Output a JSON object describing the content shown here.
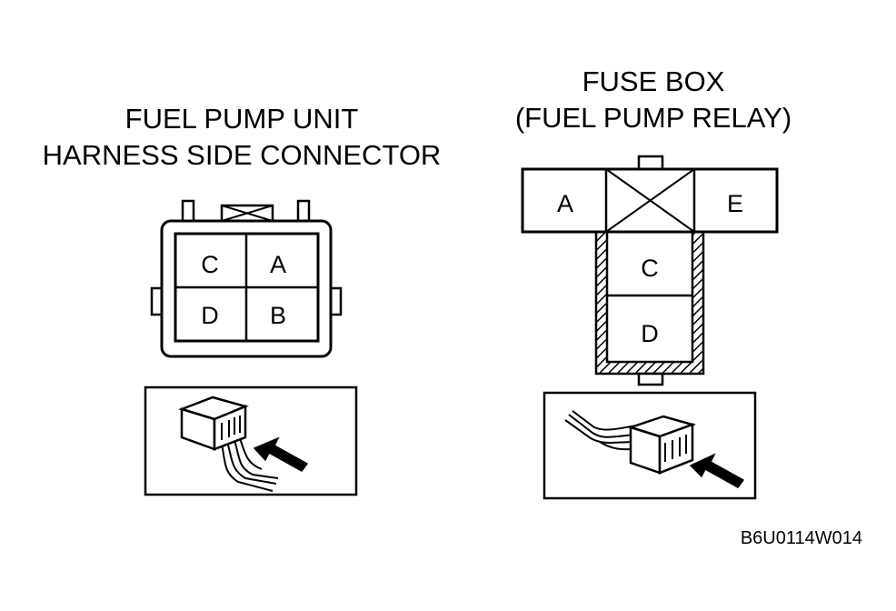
{
  "left": {
    "title_line1": "FUEL PUMP UNIT",
    "title_line2": "HARNESS SIDE CONNECTOR",
    "terminals": {
      "c": "C",
      "a": "A",
      "d": "D",
      "b": "B"
    }
  },
  "right": {
    "title_line1": "FUSE BOX",
    "title_line2": "(FUEL PUMP RELAY)",
    "terminals": {
      "a": "A",
      "e": "E",
      "c": "C",
      "d": "D"
    }
  },
  "figure_code": "B6U0114W014"
}
